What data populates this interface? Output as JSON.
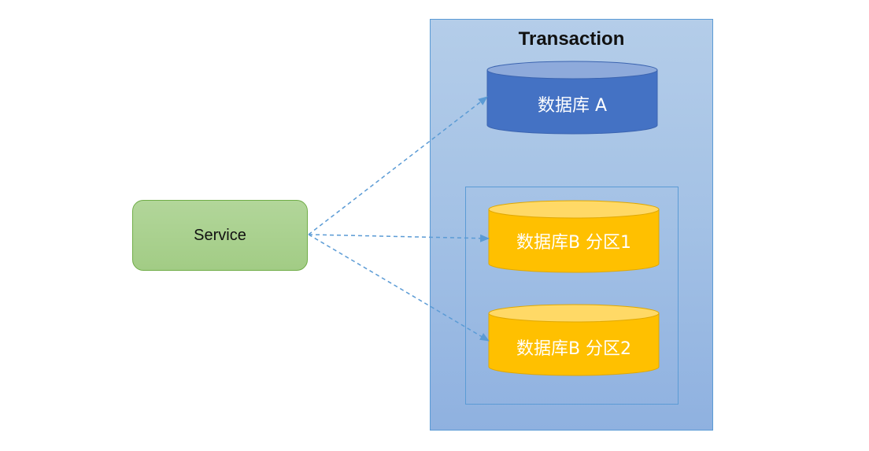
{
  "transaction": {
    "title": "Transaction"
  },
  "service": {
    "label": "Service"
  },
  "databases": [
    {
      "label": "数据库 A"
    },
    {
      "label": "数据库B 分区1"
    },
    {
      "label": "数据库B 分区2"
    }
  ],
  "colors": {
    "db_a_body": "#4472c4",
    "db_a_top": "#8eaadb",
    "db_b_body": "#ffc000",
    "db_b_top": "#ffd966",
    "arrow": "#5b9bd5"
  },
  "icons": {
    "connector": "dashed-arrow"
  }
}
